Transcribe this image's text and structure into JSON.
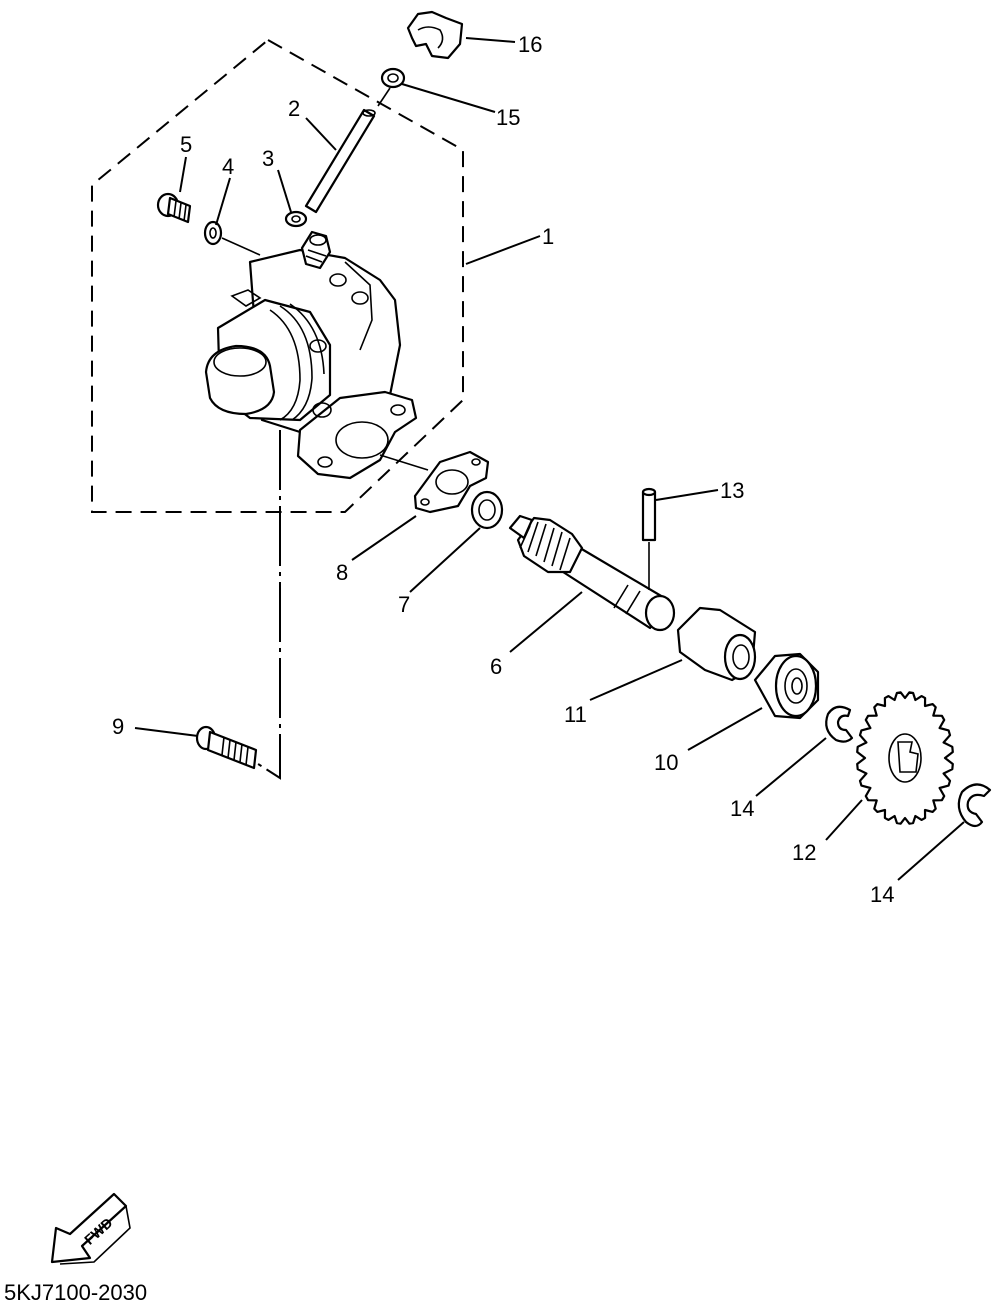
{
  "callouts": [
    "1",
    "2",
    "3",
    "4",
    "5",
    "6",
    "7",
    "8",
    "9",
    "10",
    "11",
    "12",
    "13",
    "14",
    "14",
    "15",
    "16"
  ],
  "fwd_label": "FWD",
  "diagram_code": "5KJ7100-2030",
  "colors": {
    "ink": "#000000",
    "paper": "#ffffff"
  }
}
